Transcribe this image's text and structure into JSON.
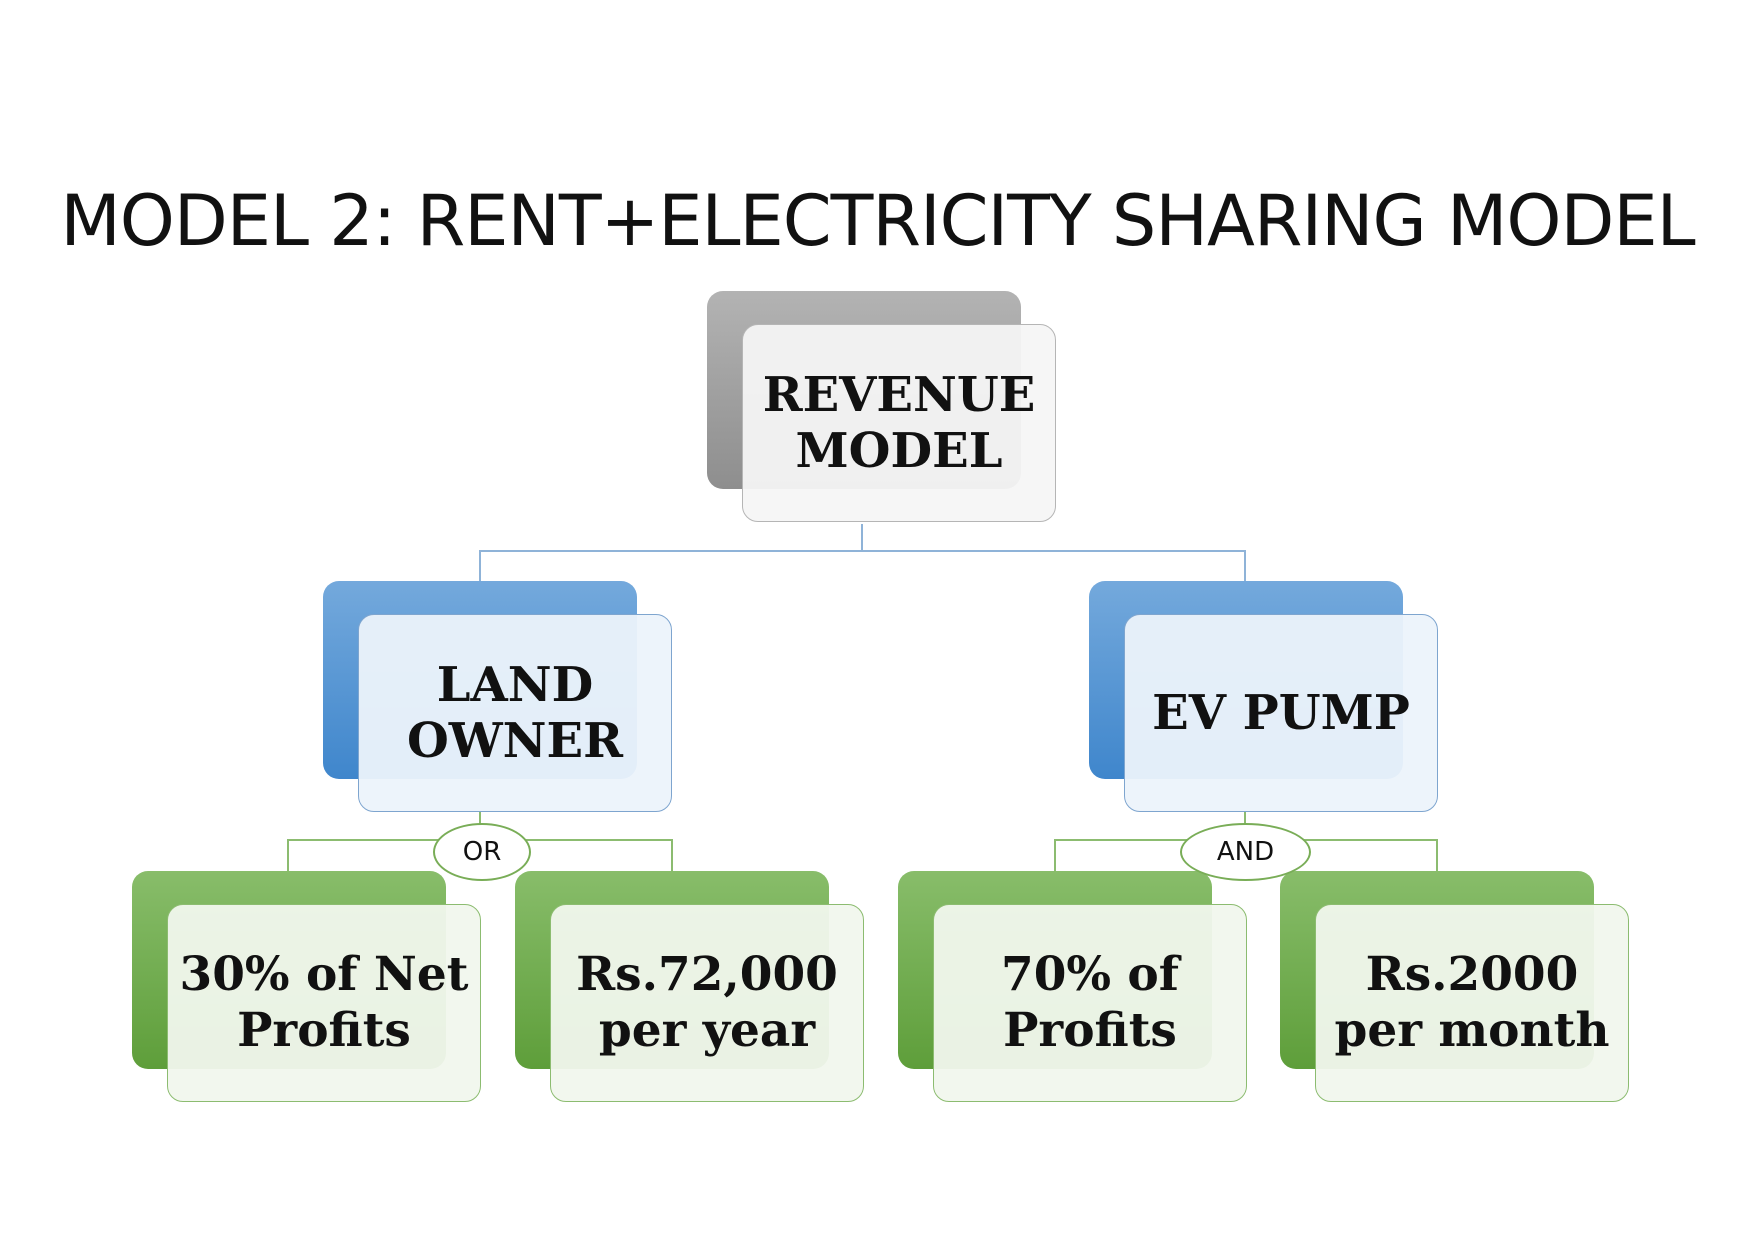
{
  "title": "MODEL 2: RENT+ELECTRICITY SHARING MODEL",
  "root": {
    "label": "REVENUE\nMODEL"
  },
  "branches": [
    {
      "label": "LAND\nOWNER",
      "connector": "OR",
      "children": [
        {
          "label": "30% of Net\nProfits"
        },
        {
          "label": "Rs.72,000\nper year"
        }
      ]
    },
    {
      "label": "EV PUMP",
      "connector": "AND",
      "children": [
        {
          "label": "70% of\nProfits"
        },
        {
          "label": "Rs.2000\nper month"
        }
      ]
    }
  ],
  "colors": {
    "root": "#a0a0a0",
    "level2": "#5b9bd5",
    "level3": "#70ad47",
    "line_blue": "#8fb3d8",
    "line_green": "#8cbc70"
  }
}
